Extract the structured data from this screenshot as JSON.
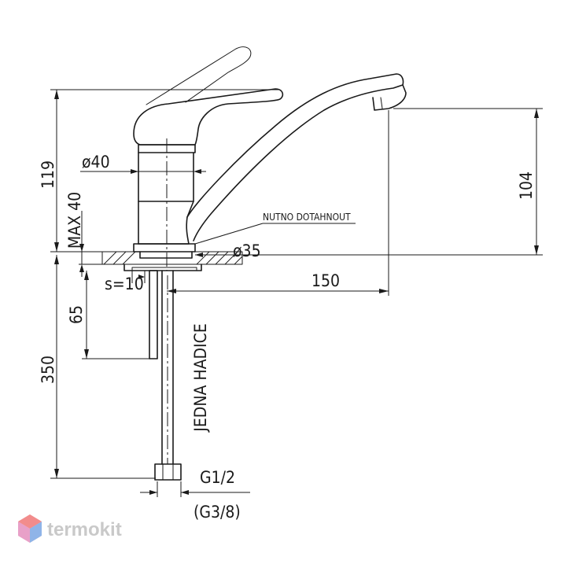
{
  "dimensions": {
    "height_total": "119",
    "max_thickness": "MAX 40",
    "body_diameter": "ø40",
    "spout_height": "104",
    "base_diameter": "ø35",
    "spout_reach": "150",
    "washer_thickness": "s=10",
    "stud_length": "65",
    "hose_length": "350",
    "thread_main": "G1/2",
    "thread_alt": "(G3/8)"
  },
  "labels": {
    "tighten_note": "NUTNO DOTAHNOUT",
    "hose_label": "JEDNA HADICE"
  },
  "watermark": {
    "brand": "termokit"
  },
  "colors": {
    "line": "#1a1a1a",
    "watermark_text": "#c9c9c9",
    "watermark_logo": [
      "#f28c8c",
      "#8fb4e8",
      "#e8a0c8"
    ]
  }
}
